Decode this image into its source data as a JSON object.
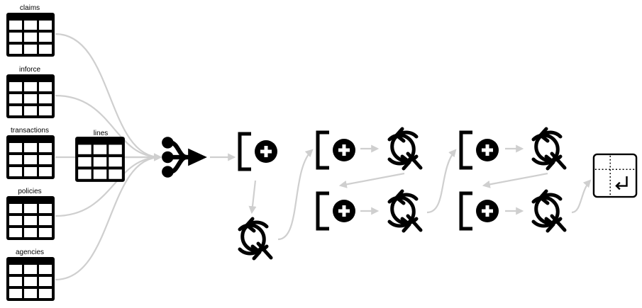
{
  "sources": [
    {
      "id": "claims",
      "label": "claims"
    },
    {
      "id": "inforce",
      "label": "inforce"
    },
    {
      "id": "transactions",
      "label": "transactions"
    },
    {
      "id": "policies",
      "label": "policies"
    },
    {
      "id": "agencies",
      "label": "agencies"
    }
  ],
  "lookup": {
    "id": "lines",
    "label": "lines"
  },
  "nodes": [
    {
      "id": "union",
      "icon": "merge-icon"
    },
    {
      "id": "add1",
      "icon": "add-column-icon"
    },
    {
      "id": "search1",
      "icon": "search-replace-icon"
    },
    {
      "id": "add2",
      "icon": "add-column-icon"
    },
    {
      "id": "search2",
      "icon": "search-replace-icon"
    },
    {
      "id": "add3",
      "icon": "add-column-icon"
    },
    {
      "id": "search3",
      "icon": "search-replace-icon"
    },
    {
      "id": "add4",
      "icon": "add-column-icon"
    },
    {
      "id": "search4",
      "icon": "search-replace-icon"
    },
    {
      "id": "add5",
      "icon": "add-column-icon"
    },
    {
      "id": "search5",
      "icon": "search-replace-icon"
    },
    {
      "id": "output",
      "icon": "output-table-icon"
    }
  ],
  "colors": {
    "edge": "#cfcfcf",
    "icon": "#000000"
  }
}
